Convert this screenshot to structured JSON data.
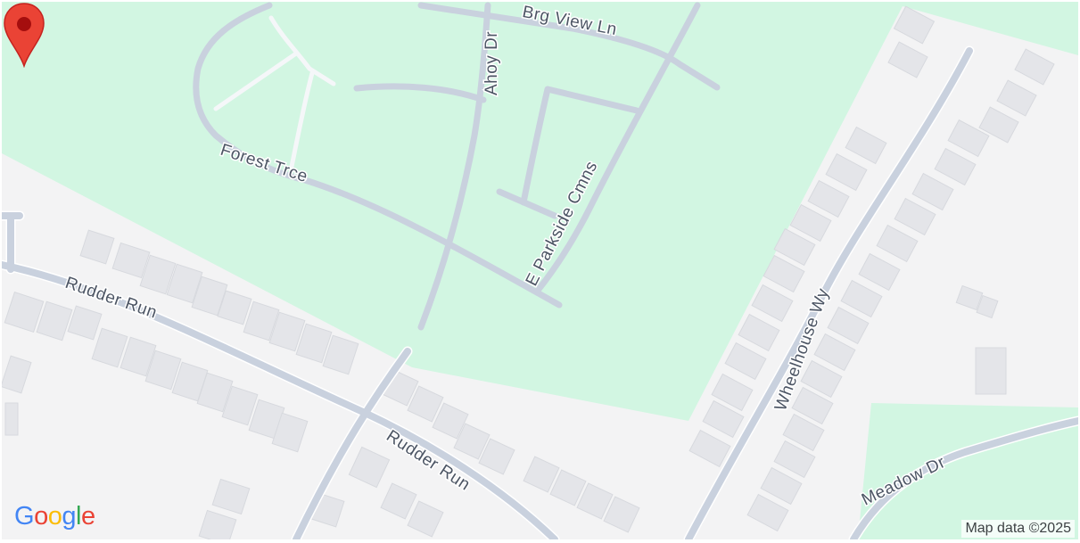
{
  "map": {
    "roads": {
      "brg_view_ln": "Brg View Ln",
      "ahoy_dr": "Ahoy Dr",
      "forest_trce": "Forest Trce",
      "parkside_cmns": "E Parkside Cmns",
      "rudder_run_upper": "Rudder Run",
      "rudder_run_lower": "Rudder Run",
      "wheelhouse_wy": "Wheelhouse Wy",
      "meadow_dr": "Meadow Dr"
    },
    "marker": {
      "icon": "location-pin-icon",
      "color": "#ea4335"
    },
    "colors": {
      "park": "#d2f6e2",
      "land": "#f3f3f4",
      "road": "#c9d1de",
      "building": "#e4e5e9"
    }
  },
  "logo": {
    "letters": [
      {
        "char": "G",
        "color": "#4285f4"
      },
      {
        "char": "o",
        "color": "#ea4335"
      },
      {
        "char": "o",
        "color": "#fbbc05"
      },
      {
        "char": "g",
        "color": "#4285f4"
      },
      {
        "char": "l",
        "color": "#34a853"
      },
      {
        "char": "e",
        "color": "#ea4335"
      }
    ]
  },
  "attribution": "Map data ©2025"
}
